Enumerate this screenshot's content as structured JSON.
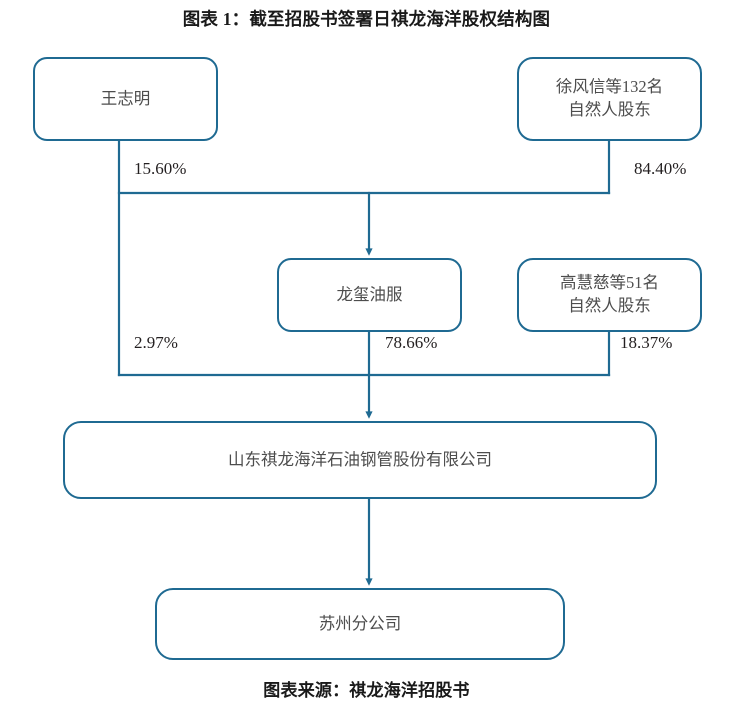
{
  "title": "图表 1：截至招股书签署日祺龙海洋股权结构图",
  "source": "图表来源：祺龙海洋招股书",
  "theme": {
    "line_color": "#1f6a92",
    "node_border": "#1f6a92",
    "node_fill": "#ffffff",
    "node_text": "#4d4d4d",
    "title_text": "#1a1a1a",
    "label_text": "#231f20",
    "background": "#ffffff"
  },
  "chart_data": {
    "type": "diagram",
    "diagram_kind": "equity-ownership-structure",
    "title": "图表 1：截至招股书签署日祺龙海洋股权结构图",
    "nodes": [
      {
        "id": "wangzhiming",
        "label": "王志明",
        "level": 0
      },
      {
        "id": "xufengxin",
        "label": "徐风信等132名\n自然人股东",
        "level": 0
      },
      {
        "id": "longxi",
        "label": "龙玺油服",
        "level": 1
      },
      {
        "id": "gaohuici",
        "label": "高慧慈等51名\n自然人股东",
        "level": 1
      },
      {
        "id": "main",
        "label": "山东祺龙海洋石油钢管股份有限公司",
        "level": 2
      },
      {
        "id": "branch",
        "label": "苏州分公司",
        "level": 3
      }
    ],
    "edges": [
      {
        "from": "wangzhiming",
        "to": "longxi",
        "label": "15.60%",
        "value": 15.6
      },
      {
        "from": "xufengxin",
        "to": "longxi",
        "label": "84.40%",
        "value": 84.4
      },
      {
        "from": "wangzhiming",
        "to": "main",
        "label": "2.97%",
        "value": 2.97
      },
      {
        "from": "longxi",
        "to": "main",
        "label": "78.66%",
        "value": 78.66
      },
      {
        "from": "gaohuici",
        "to": "main",
        "label": "18.37%",
        "value": 18.37
      },
      {
        "from": "main",
        "to": "branch",
        "label": "",
        "value": null
      }
    ]
  },
  "nodes": {
    "wangzhiming": "王志明",
    "xufengxin": "徐风信等132名\n自然人股东",
    "longxi": "龙玺油服",
    "gaohuici": "高慧慈等51名\n自然人股东",
    "main": "山东祺龙海洋石油钢管股份有限公司",
    "branch": "苏州分公司"
  },
  "edge_labels": {
    "wang_to_longxi": "15.60%",
    "xu_to_longxi": "84.40%",
    "wang_to_main": "2.97%",
    "longxi_to_main": "78.66%",
    "gao_to_main": "18.37%"
  }
}
